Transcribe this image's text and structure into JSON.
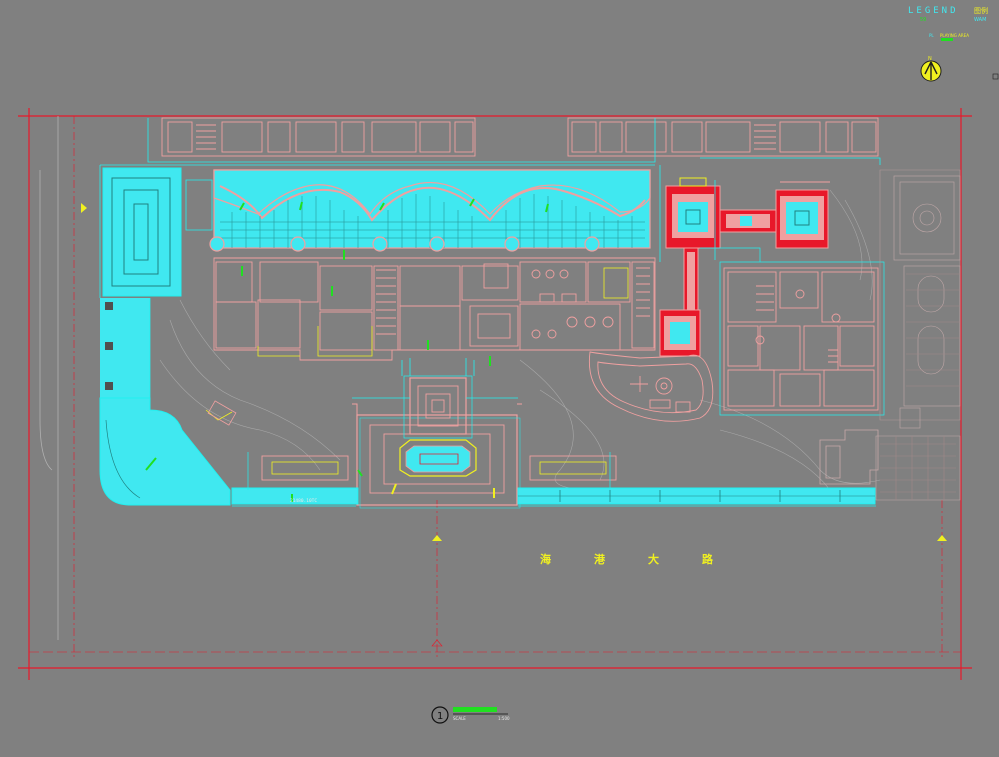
{
  "drawing": {
    "background": "#808080",
    "colors": {
      "boundary": "#e8182a",
      "building": "#f0a0a0",
      "water": "#40e8f0",
      "landscape": "#20f0f0",
      "accent": "#f0f020",
      "label_green": "#20e020",
      "contour": "#a8a8a8"
    }
  },
  "legend": {
    "title": "LEGEND",
    "title_cn": "图例",
    "row1_left": "59",
    "row1_right": "WAM",
    "row2_code": "PL",
    "row2_text": "PLAYING AREA"
  },
  "north_arrow": {
    "label": "N",
    "icon": "north-arrow-icon"
  },
  "street": {
    "name_chars": [
      "海",
      "港",
      "大",
      "路"
    ]
  },
  "title_block": {
    "number": "1",
    "scale_left": "SCALE",
    "scale_right": "1:500"
  },
  "annotations": {
    "site_dim": "21480.10TC"
  }
}
